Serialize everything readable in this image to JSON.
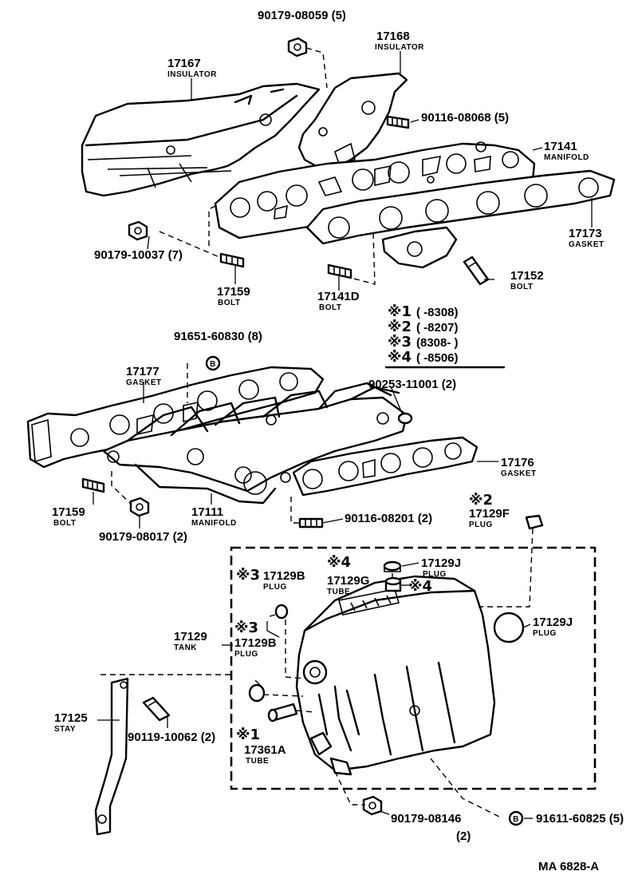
{
  "labels": {
    "p90179_08059": "90179-08059 (5)",
    "p17168": "17168",
    "p17168_name": "INSULATOR",
    "p17167": "17167",
    "p17167_name": "INSULATOR",
    "p90116_08068": "90116-08068 (5)",
    "p17141": "17141",
    "p17141_name": "MANIFOLD",
    "p17173": "17173",
    "p17173_name": "GASKET",
    "p90179_10037": "90179-10037 (7)",
    "p17159a": "17159",
    "p17159a_name": "BOLT",
    "p17141d": "17141D",
    "p17141d_name": "BOLT",
    "p17152": "17152",
    "p17152_name": "BOLT",
    "p91651_60830": "91651-60830 (8)",
    "p17177": "17177",
    "p17177_name": "GASKET",
    "p90253_11001": "90253-11001 (2)",
    "p17176": "17176",
    "p17176_name": "GASKET",
    "p17159b": "17159",
    "p17159b_name": "BOLT",
    "p90179_08017": "90179-08017 (2)",
    "p17111": "17111",
    "p17111_name": "MANIFOLD",
    "p90116_08201": "90116-08201 (2)",
    "p17129f": "17129F",
    "p17129f_name": "PLUG",
    "p17129j_a": "17129J",
    "p17129j_a_name": "PLUG",
    "p17129g": "17129G",
    "p17129g_name": "TUBE",
    "p17129b_a": "17129B",
    "p17129b_a_name": "PLUG",
    "p17129": "17129",
    "p17129_name": "TANK",
    "p17129b_b": "17129B",
    "p17129b_b_name": "PLUG",
    "p17129j_b": "17129J",
    "p17129j_b_name": "PLUG",
    "p17125": "17125",
    "p17125_name": "STAY",
    "p90119_10062": "90119-10062 (2)",
    "p17361a": "17361A",
    "p17361a_name": "TUBE",
    "p90179_08146": "90179-08146",
    "p90179_08146_qty": "(2)",
    "p91611_60825": "91611-60825 (5)",
    "circle_b": "B",
    "drawing_no": "MA  6828-A"
  },
  "marks": {
    "m1": "※1",
    "m2": "※2",
    "m3": "※3",
    "m4": "※4"
  },
  "legend": [
    {
      "mark": "※1",
      "range": "(        -8308)"
    },
    {
      "mark": "※2",
      "range": "(        -8207)"
    },
    {
      "mark": "※3",
      "range": "(8308-          )"
    },
    {
      "mark": "※4",
      "range": "(        -8506)"
    }
  ]
}
